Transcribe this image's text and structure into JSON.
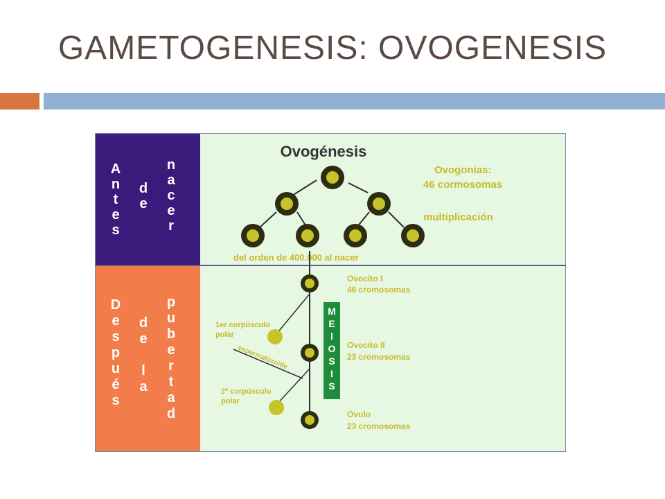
{
  "slide": {
    "title": "GAMETOGENESIS: OVOGENESIS"
  },
  "diagram": {
    "title": "Ovogénesis",
    "side_top": {
      "col1": [
        "A",
        "n",
        "t",
        "e",
        "s"
      ],
      "col2": [
        "d",
        "e"
      ],
      "col3": [
        "n",
        "a",
        "c",
        "e",
        "r"
      ]
    },
    "side_bottom": {
      "col1": [
        "D",
        "e",
        "s",
        "p",
        "u",
        "é",
        "s"
      ],
      "col2": [
        "d",
        "e",
        "",
        "l",
        "a"
      ],
      "col3": [
        "p",
        "u",
        "b",
        "e",
        "r",
        "t",
        "a",
        "d"
      ]
    },
    "labels": {
      "ovogonias_1": "Ovogonias:",
      "ovogonias_2": "46 cormosomas",
      "multiplicacion": "multiplicación",
      "count": "del orden de 400.000 al nacer",
      "ovocito1_1": "Ovocito I",
      "ovocito1_2": "46 cromosomas",
      "corpusculo1_1": "1er corpúsculo",
      "corpusculo1_2": "polar",
      "ovocito2_1": "Ovocito II",
      "ovocito2_2": "23 cromosomas",
      "espermatozoide": "espermatozoide",
      "corpusculo2_1": "2º corpúsculo",
      "corpusculo2_2": "polar",
      "ovulo_1": "Óvulo",
      "ovulo_2": "23 cromosomas"
    },
    "meiosis": [
      "M",
      "E",
      "I",
      "O",
      "S",
      "I",
      "S"
    ],
    "colors": {
      "top_band": "#3a1a7a",
      "bottom_band": "#f27c4a",
      "panel": "#e6f8e2",
      "cell_fill": "#c6c42a",
      "cell_ring": "#2d2d10",
      "meiosis_bar": "#1e8c3a",
      "text_accent": "#c8b92e"
    }
  }
}
